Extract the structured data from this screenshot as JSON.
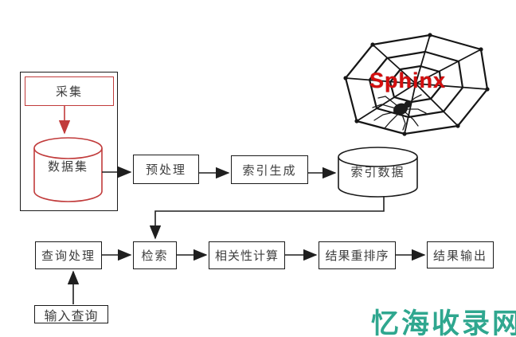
{
  "diagram": {
    "title_logo": {
      "text": "Sphinx",
      "color": "#d40e0e"
    },
    "watermark": {
      "text": "忆海收录网",
      "color": "#2fa78f"
    },
    "colors": {
      "red_accent": "#c13b3b",
      "line": "#1f1f1f",
      "box_border": "#1a1a1a",
      "text": "#3d3d3d"
    },
    "nodes": {
      "collect": {
        "label": "采集",
        "shape": "rect-red"
      },
      "dataset": {
        "label": "数据集",
        "shape": "cylinder-red"
      },
      "preprocess": {
        "label": "预处理",
        "shape": "rect"
      },
      "index_generate": {
        "label": "索引生成",
        "shape": "rect"
      },
      "index_data": {
        "label": "索引数据",
        "shape": "cylinder"
      },
      "query_process": {
        "label": "查询处理",
        "shape": "rect"
      },
      "retrieve": {
        "label": "检索",
        "shape": "rect"
      },
      "relevance_calc": {
        "label": "相关性计算",
        "shape": "rect"
      },
      "rerank": {
        "label": "结果重排序",
        "shape": "rect"
      },
      "result_output": {
        "label": "结果输出",
        "shape": "rect"
      },
      "input_query": {
        "label": "输入查询",
        "shape": "rect"
      }
    },
    "edges": [
      {
        "from": "collect",
        "to": "dataset",
        "color": "red"
      },
      {
        "from": "dataset",
        "to": "preprocess",
        "color": "black"
      },
      {
        "from": "preprocess",
        "to": "index_generate",
        "color": "black"
      },
      {
        "from": "index_generate",
        "to": "index_data",
        "color": "black"
      },
      {
        "from": "index_data",
        "to": "retrieve",
        "color": "black"
      },
      {
        "from": "query_process",
        "to": "retrieve",
        "color": "black"
      },
      {
        "from": "retrieve",
        "to": "relevance_calc",
        "color": "black"
      },
      {
        "from": "relevance_calc",
        "to": "rerank",
        "color": "black"
      },
      {
        "from": "rerank",
        "to": "result_output",
        "color": "black"
      },
      {
        "from": "input_query",
        "to": "query_process",
        "color": "black"
      }
    ]
  }
}
